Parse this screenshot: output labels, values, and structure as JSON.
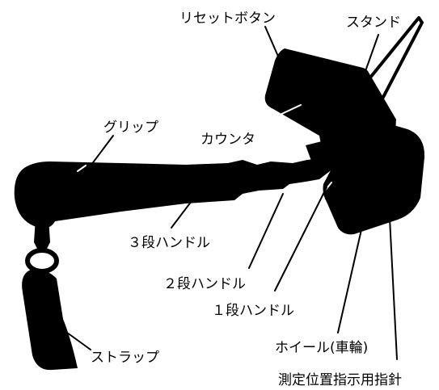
{
  "labels": {
    "reset_button": "リセットボタン",
    "stand": "スタンド",
    "counter": "カウンタ",
    "grip": "グリップ",
    "handle_3": "３段ハンドル",
    "handle_2": "２段ハンドル",
    "handle_1": "１段ハンドル",
    "strap": "ストラップ",
    "wheel": "ホイール(車輪)",
    "pointer": "測定位置指示用指針"
  }
}
